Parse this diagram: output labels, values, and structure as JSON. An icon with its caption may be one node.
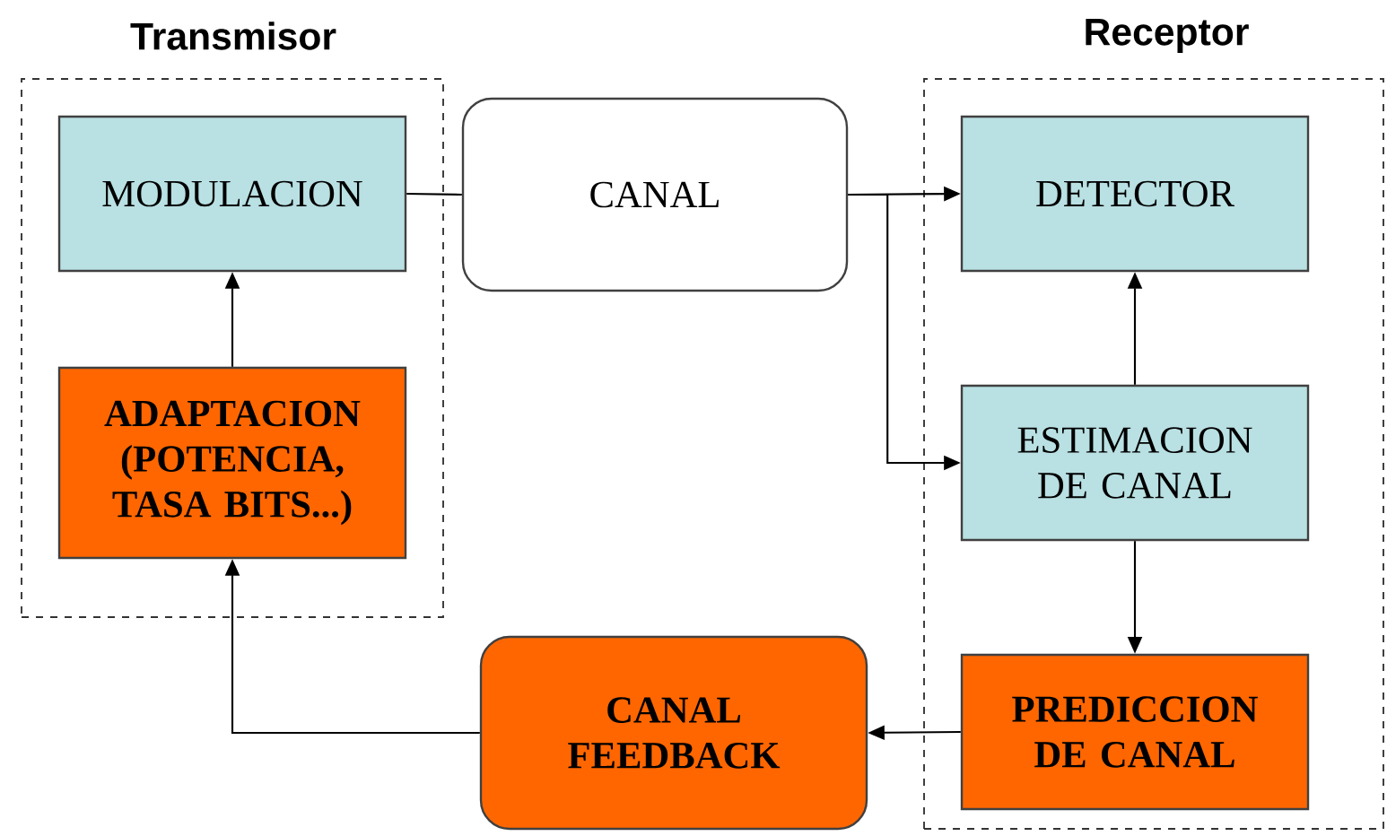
{
  "diagram": {
    "nodes": [
      {
        "text": [
          "Transmisor"
        ]
      },
      {
        "text": [
          "MODULACION"
        ],
        "in": 0
      },
      {
        "text": [
          "ADAPTACION (POTENCIA, TASA BITS...)"
        ],
        "in": 0
      },
      {
        "text": [
          "CANAL"
        ]
      },
      {
        "text": [
          "Receptor"
        ]
      },
      {
        "text": [
          "DETECTOR"
        ],
        "in": 4
      },
      {
        "text": [
          "ESTIMACION DE CANAL"
        ],
        "in": 4
      },
      {
        "text": [
          "PREDICCION DE CANAL"
        ],
        "in": 4
      },
      {
        "text": [
          "CANAL FEEDBACK"
        ]
      }
    ],
    "edges": [
      {
        "from": 1,
        "to": 3,
        "arrow": "none"
      },
      {
        "from": 3,
        "to": 5,
        "arrow": "to"
      },
      {
        "from": 3,
        "to": 6,
        "arrow": "to"
      },
      {
        "from": 6,
        "to": 5,
        "arrow": "to"
      },
      {
        "from": 6,
        "to": 7,
        "arrow": "to"
      },
      {
        "from": 7,
        "to": 8,
        "arrow": "to"
      },
      {
        "from": 8,
        "to": 2,
        "arrow": "to"
      },
      {
        "from": 2,
        "to": 1,
        "arrow": "to"
      }
    ]
  }
}
